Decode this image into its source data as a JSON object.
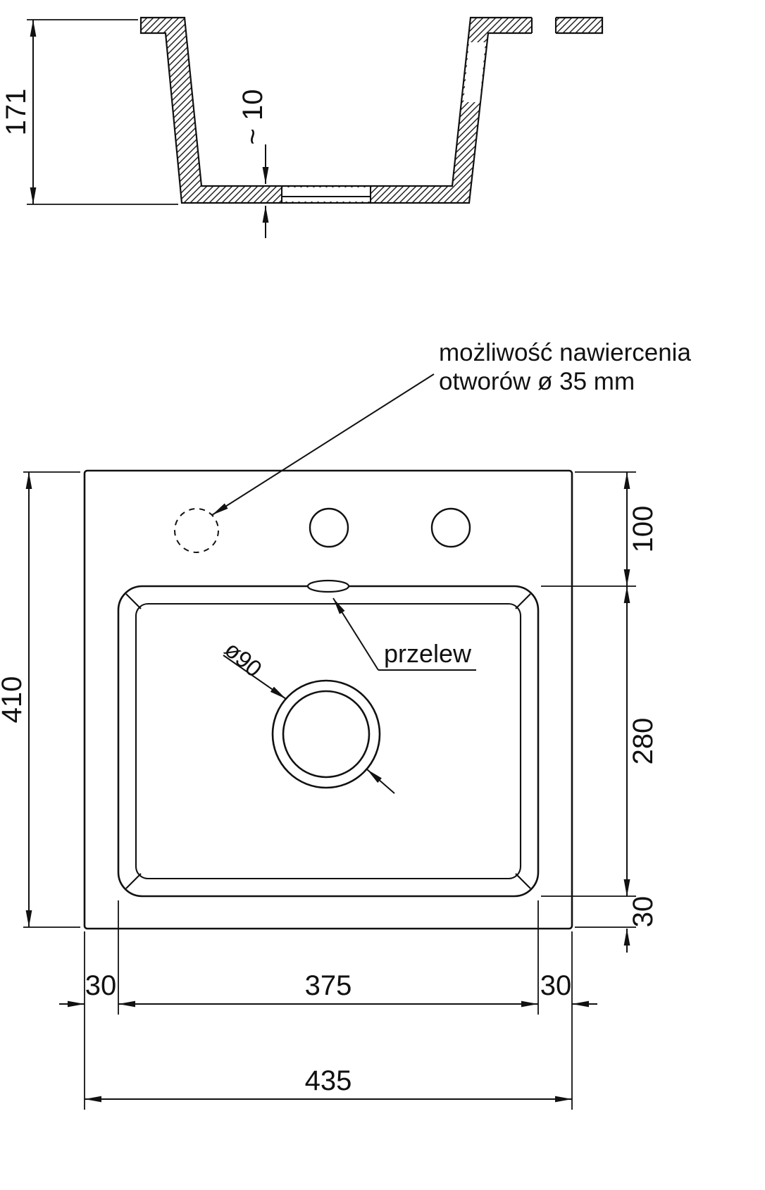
{
  "colors": {
    "line": "#111111",
    "background": "#ffffff"
  },
  "side_view": {
    "overall_height": "171",
    "bottom_thickness": "~ 10"
  },
  "top_view": {
    "drill_note_line1": "możliwość nawiercenia",
    "drill_note_line2": "otworów ø 35 mm",
    "overflow_label": "przelew",
    "drain_diameter": "ø90",
    "overall_depth": "410",
    "deck_offset": "100",
    "basin_length": "280",
    "bottom_margin": "30",
    "left_margin": "30",
    "basin_width": "375",
    "right_margin": "30",
    "overall_width": "435"
  }
}
